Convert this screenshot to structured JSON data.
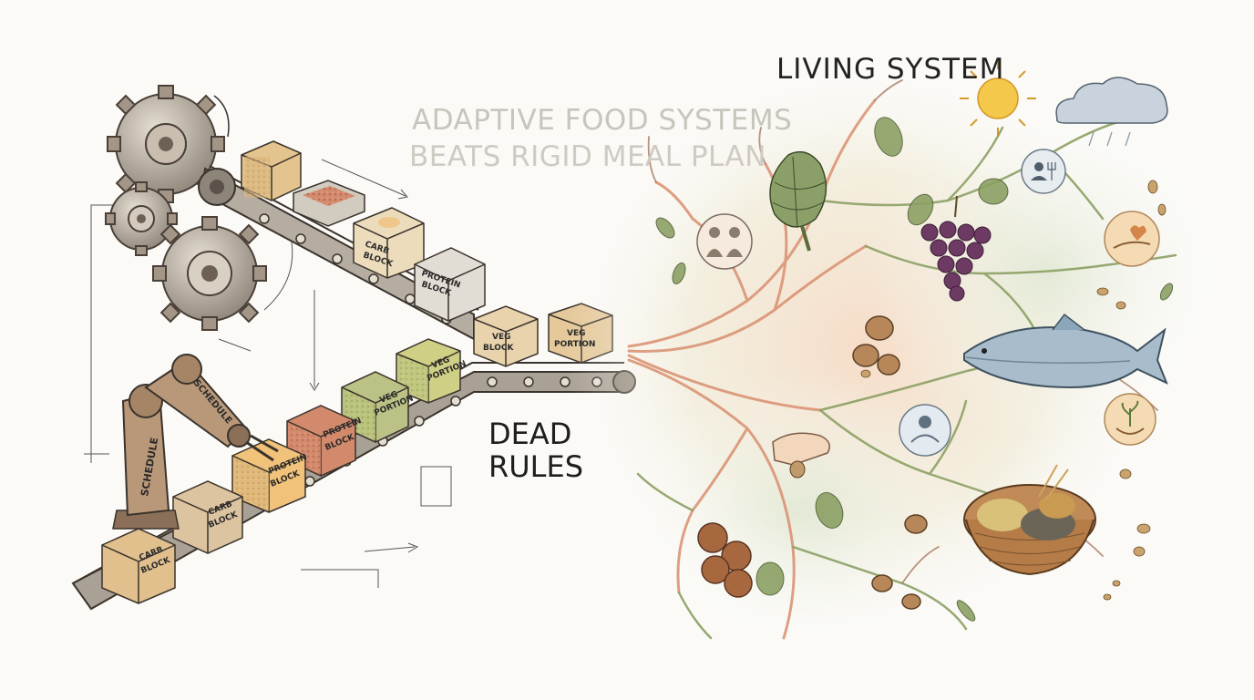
{
  "headline": {
    "line1": "ADAPTIVE FOOD SYSTEMS",
    "line2": "BEATS RIGID MEAL PLAN"
  },
  "living_system_title": "LIVING SYSTEM",
  "dead_rules": {
    "line1": "DEAD",
    "line2": "RULES"
  },
  "factory_boxes": {
    "carb_block": "CARB BLOCK",
    "carb_top": "CARB",
    "block": "BLOCK",
    "protein": "PROTEIN",
    "protein_alt": "PROTEIN",
    "veg": "VEG",
    "portion": "PORTION",
    "veg_lower": "VEG",
    "portion_lower": "PORTION",
    "veg_block": "VEG",
    "block_word": "BLOCK"
  },
  "robot_arm": {
    "label_base": "SCHEDULE",
    "label_arm": "SCHEDULE"
  },
  "icons": [
    "gear-icon",
    "conveyor-belt-icon",
    "robot-arm-icon",
    "sun-icon",
    "cloud-icon",
    "people-icon",
    "fish-icon",
    "grapes-icon",
    "artichoke-icon",
    "basket-icon",
    "hand-heart-icon",
    "person-plate-icon"
  ],
  "colors": {
    "ink": "#2a2a2a",
    "cardboard": "#d9b98a",
    "grain": "#c7a16a",
    "red_grain": "#c9735a",
    "green_grain": "#a9b86c",
    "root_warm": "#d98f6f",
    "leaf_green": "#8ca064",
    "sun": "#f4c84a",
    "grape": "#6d3a64",
    "fish": "#8aa6b8"
  }
}
